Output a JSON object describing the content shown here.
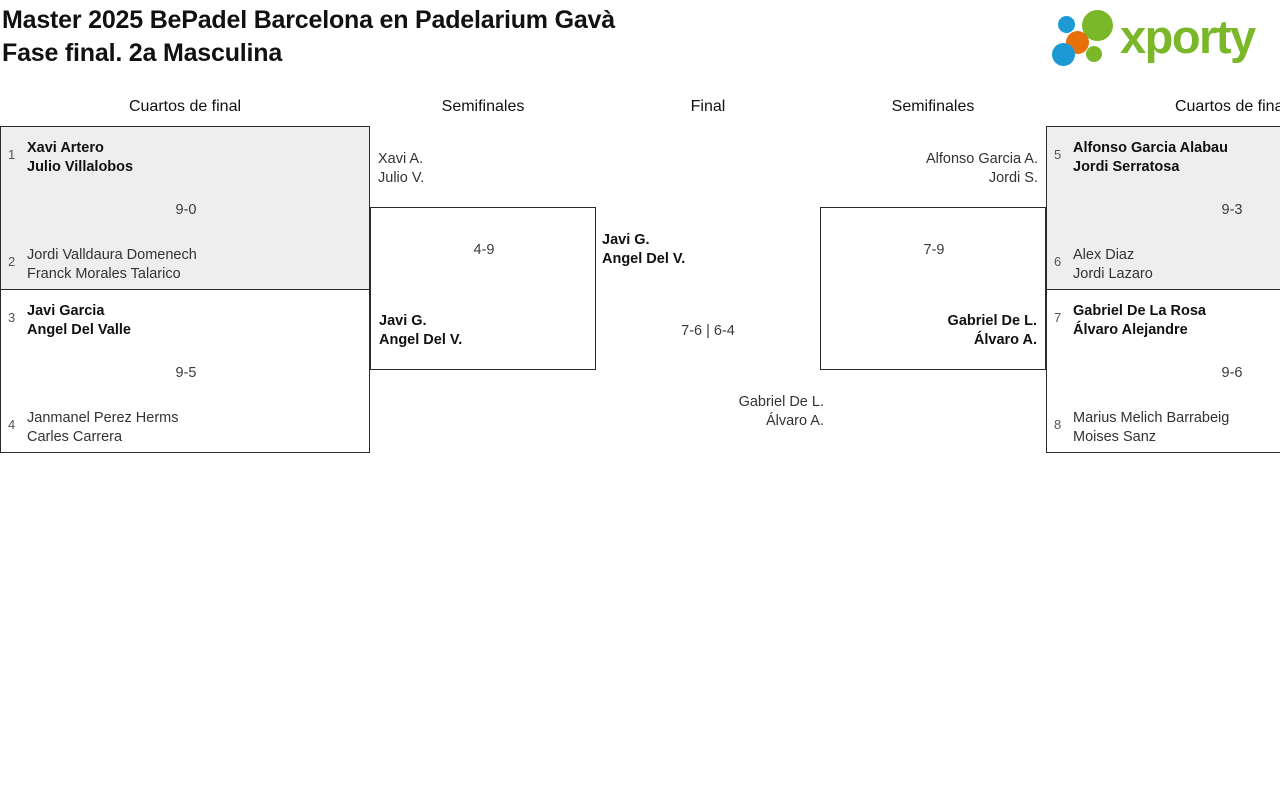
{
  "header": {
    "title_line1": "Master 2025 BePadel Barcelona en Padelarium Gavà",
    "title_line2": "Fase final. 2a Masculina",
    "logo_text": "xporty",
    "logo_colors": {
      "blue": "#1b9ad6",
      "orange": "#e8700a",
      "green": "#7ab829"
    }
  },
  "rounds": [
    {
      "id": "qf-left",
      "label": "Cuartos de final"
    },
    {
      "id": "sf-left",
      "label": "Semifinales"
    },
    {
      "id": "final",
      "label": "Final"
    },
    {
      "id": "sf-right",
      "label": "Semifinales"
    },
    {
      "id": "qf-right",
      "label": "Cuartos de final"
    }
  ],
  "bracket": {
    "qf_left": [
      {
        "seed_top": "1",
        "top_p1": "Xavi Artero",
        "top_p2": "Julio Villalobos",
        "seed_bottom": "2",
        "bottom_p1": "Jordi Valldaura Domenech",
        "bottom_p2": "Franck Morales Talarico",
        "score": "9-0",
        "winner": "top",
        "shaded": true
      },
      {
        "seed_top": "3",
        "top_p1": "Javi Garcia",
        "top_p2": "Angel Del Valle",
        "seed_bottom": "4",
        "bottom_p1": "Janmanel Perez Herms",
        "bottom_p2": "Carles Carrera",
        "score": "9-5",
        "winner": "top",
        "shaded": false
      }
    ],
    "qf_right": [
      {
        "seed_top": "5",
        "top_p1": "Alfonso Garcia Alabau",
        "top_p2": "Jordi Serratosa",
        "seed_bottom": "6",
        "bottom_p1": "Alex Diaz",
        "bottom_p2": "Jordi Lazaro",
        "score": "9-3",
        "winner": "top",
        "shaded": true
      },
      {
        "seed_top": "7",
        "top_p1": "Gabriel De La Rosa",
        "top_p2": "Álvaro Alejandre",
        "seed_bottom": "8",
        "bottom_p1": "Marius Melich Barrabeig",
        "bottom_p2": "Moises Sanz",
        "score": "9-6",
        "winner": "top",
        "shaded": false
      }
    ],
    "sf_left": {
      "top_p1": "Xavi A.",
      "top_p2": "Julio V.",
      "bottom_p1": "Javi G.",
      "bottom_p2": "Angel Del V.",
      "score": "4-9",
      "winner": "bottom"
    },
    "sf_right": {
      "top_p1": "Alfonso Garcia A.",
      "top_p2": "Jordi S.",
      "bottom_p1": "Gabriel De L.",
      "bottom_p2": "Álvaro A.",
      "score": "7-9",
      "winner": "bottom"
    },
    "final": {
      "top_p1": "Javi G.",
      "top_p2": "Angel Del V.",
      "bottom_p1": "Gabriel De L.",
      "bottom_p2": "Álvaro A.",
      "score": "7-6 | 6-4",
      "winner": "top"
    }
  }
}
